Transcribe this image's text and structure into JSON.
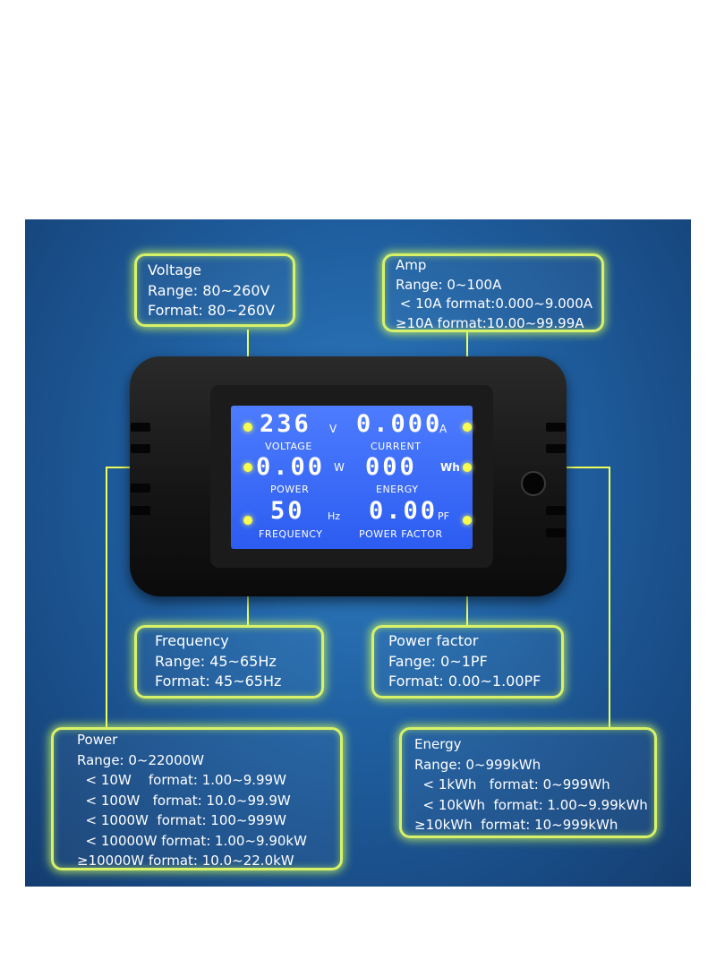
{
  "display": {
    "voltage_value": "236",
    "voltage_unit": "V",
    "voltage_label": "VOLTAGE",
    "current_value": "0.000",
    "current_unit": "A",
    "current_label": "CURRENT",
    "power_value": "0.00",
    "power_unit": "W",
    "power_label": "POWER",
    "energy_value": "000",
    "energy_unit": "Wh",
    "energy_label": "ENERGY",
    "frequency_value": "50",
    "frequency_unit": "Hz",
    "frequency_label": "FREQUENCY",
    "pf_value": "0.00",
    "pf_unit": "PF",
    "pf_label": "POWER FACTOR"
  },
  "callouts": {
    "voltage": [
      "Voltage",
      "Range: 80~260V",
      "Format: 80~260V"
    ],
    "amp": [
      "Amp",
      "Range: 0~100A",
      " < 10A format:0.000~9.000A",
      "≥10A format:10.00~99.99A"
    ],
    "frequency": [
      "Frequency",
      "Range: 45~65Hz",
      "Format: 45~65Hz"
    ],
    "power_factor": [
      "Power factor",
      "Fange: 0~1PF",
      "Format: 0.00~1.00PF"
    ],
    "power": [
      "Power",
      "Range: 0~22000W",
      "  < 10W    format: 1.00~9.99W",
      "  < 100W   format: 10.0~99.9W",
      "  < 1000W  format: 100~999W",
      "  < 10000W format: 1.00~9.90kW",
      "≥10000W format: 10.0~22.0kW"
    ],
    "energy": [
      "Energy",
      "Range: 0~999kWh",
      "  < 1kWh   format: 0~999Wh",
      "  < 10kWh  format: 1.00~9.99kWh",
      "≥10kWh  format: 10~999kWh"
    ]
  },
  "colors": {
    "background": "#1f5e9f",
    "lcd": "#3a6bff",
    "callout_border": "#d7f269",
    "leader": "#f0ff5a"
  }
}
